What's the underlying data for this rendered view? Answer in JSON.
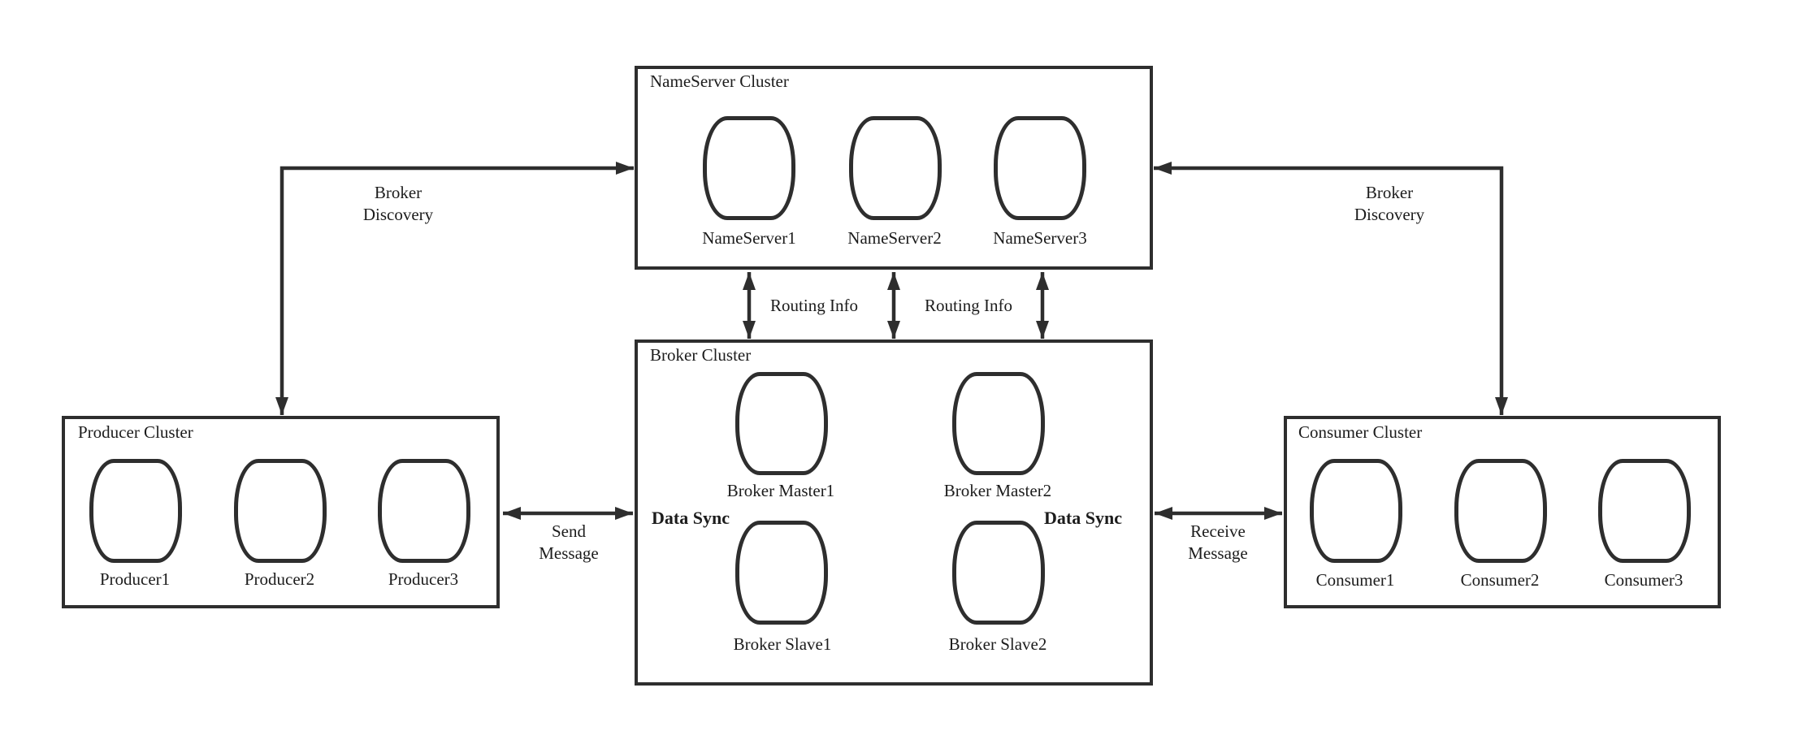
{
  "diagram": {
    "clusters": {
      "nameserver": {
        "title": "NameServer Cluster",
        "nodes": [
          "NameServer1",
          "NameServer2",
          "NameServer3"
        ]
      },
      "broker": {
        "title": "Broker Cluster",
        "masters": [
          "Broker Master1",
          "Broker Master2"
        ],
        "slaves": [
          "Broker Slave1",
          "Broker Slave2"
        ]
      },
      "producer": {
        "title": "Producer Cluster",
        "nodes": [
          "Producer1",
          "Producer2",
          "Producer3"
        ]
      },
      "consumer": {
        "title": "Consumer Cluster",
        "nodes": [
          "Consumer1",
          "Consumer2",
          "Consumer3"
        ]
      }
    },
    "edge_labels": {
      "broker_discovery_left": {
        "line1": "Broker",
        "line2": "Discovery"
      },
      "broker_discovery_right": {
        "line1": "Broker",
        "line2": "Discovery"
      },
      "routing_info_1": "Routing Info",
      "routing_info_2": "Routing Info",
      "send_message": {
        "line1": "Send",
        "line2": "Message"
      },
      "receive_message": {
        "line1": "Receive",
        "line2": "Message"
      },
      "data_sync_left": "Data Sync",
      "data_sync_right": "Data Sync"
    },
    "colors": {
      "line": "#2e2e2e",
      "text": "#1c1c1c",
      "background": "#ffffff"
    }
  }
}
